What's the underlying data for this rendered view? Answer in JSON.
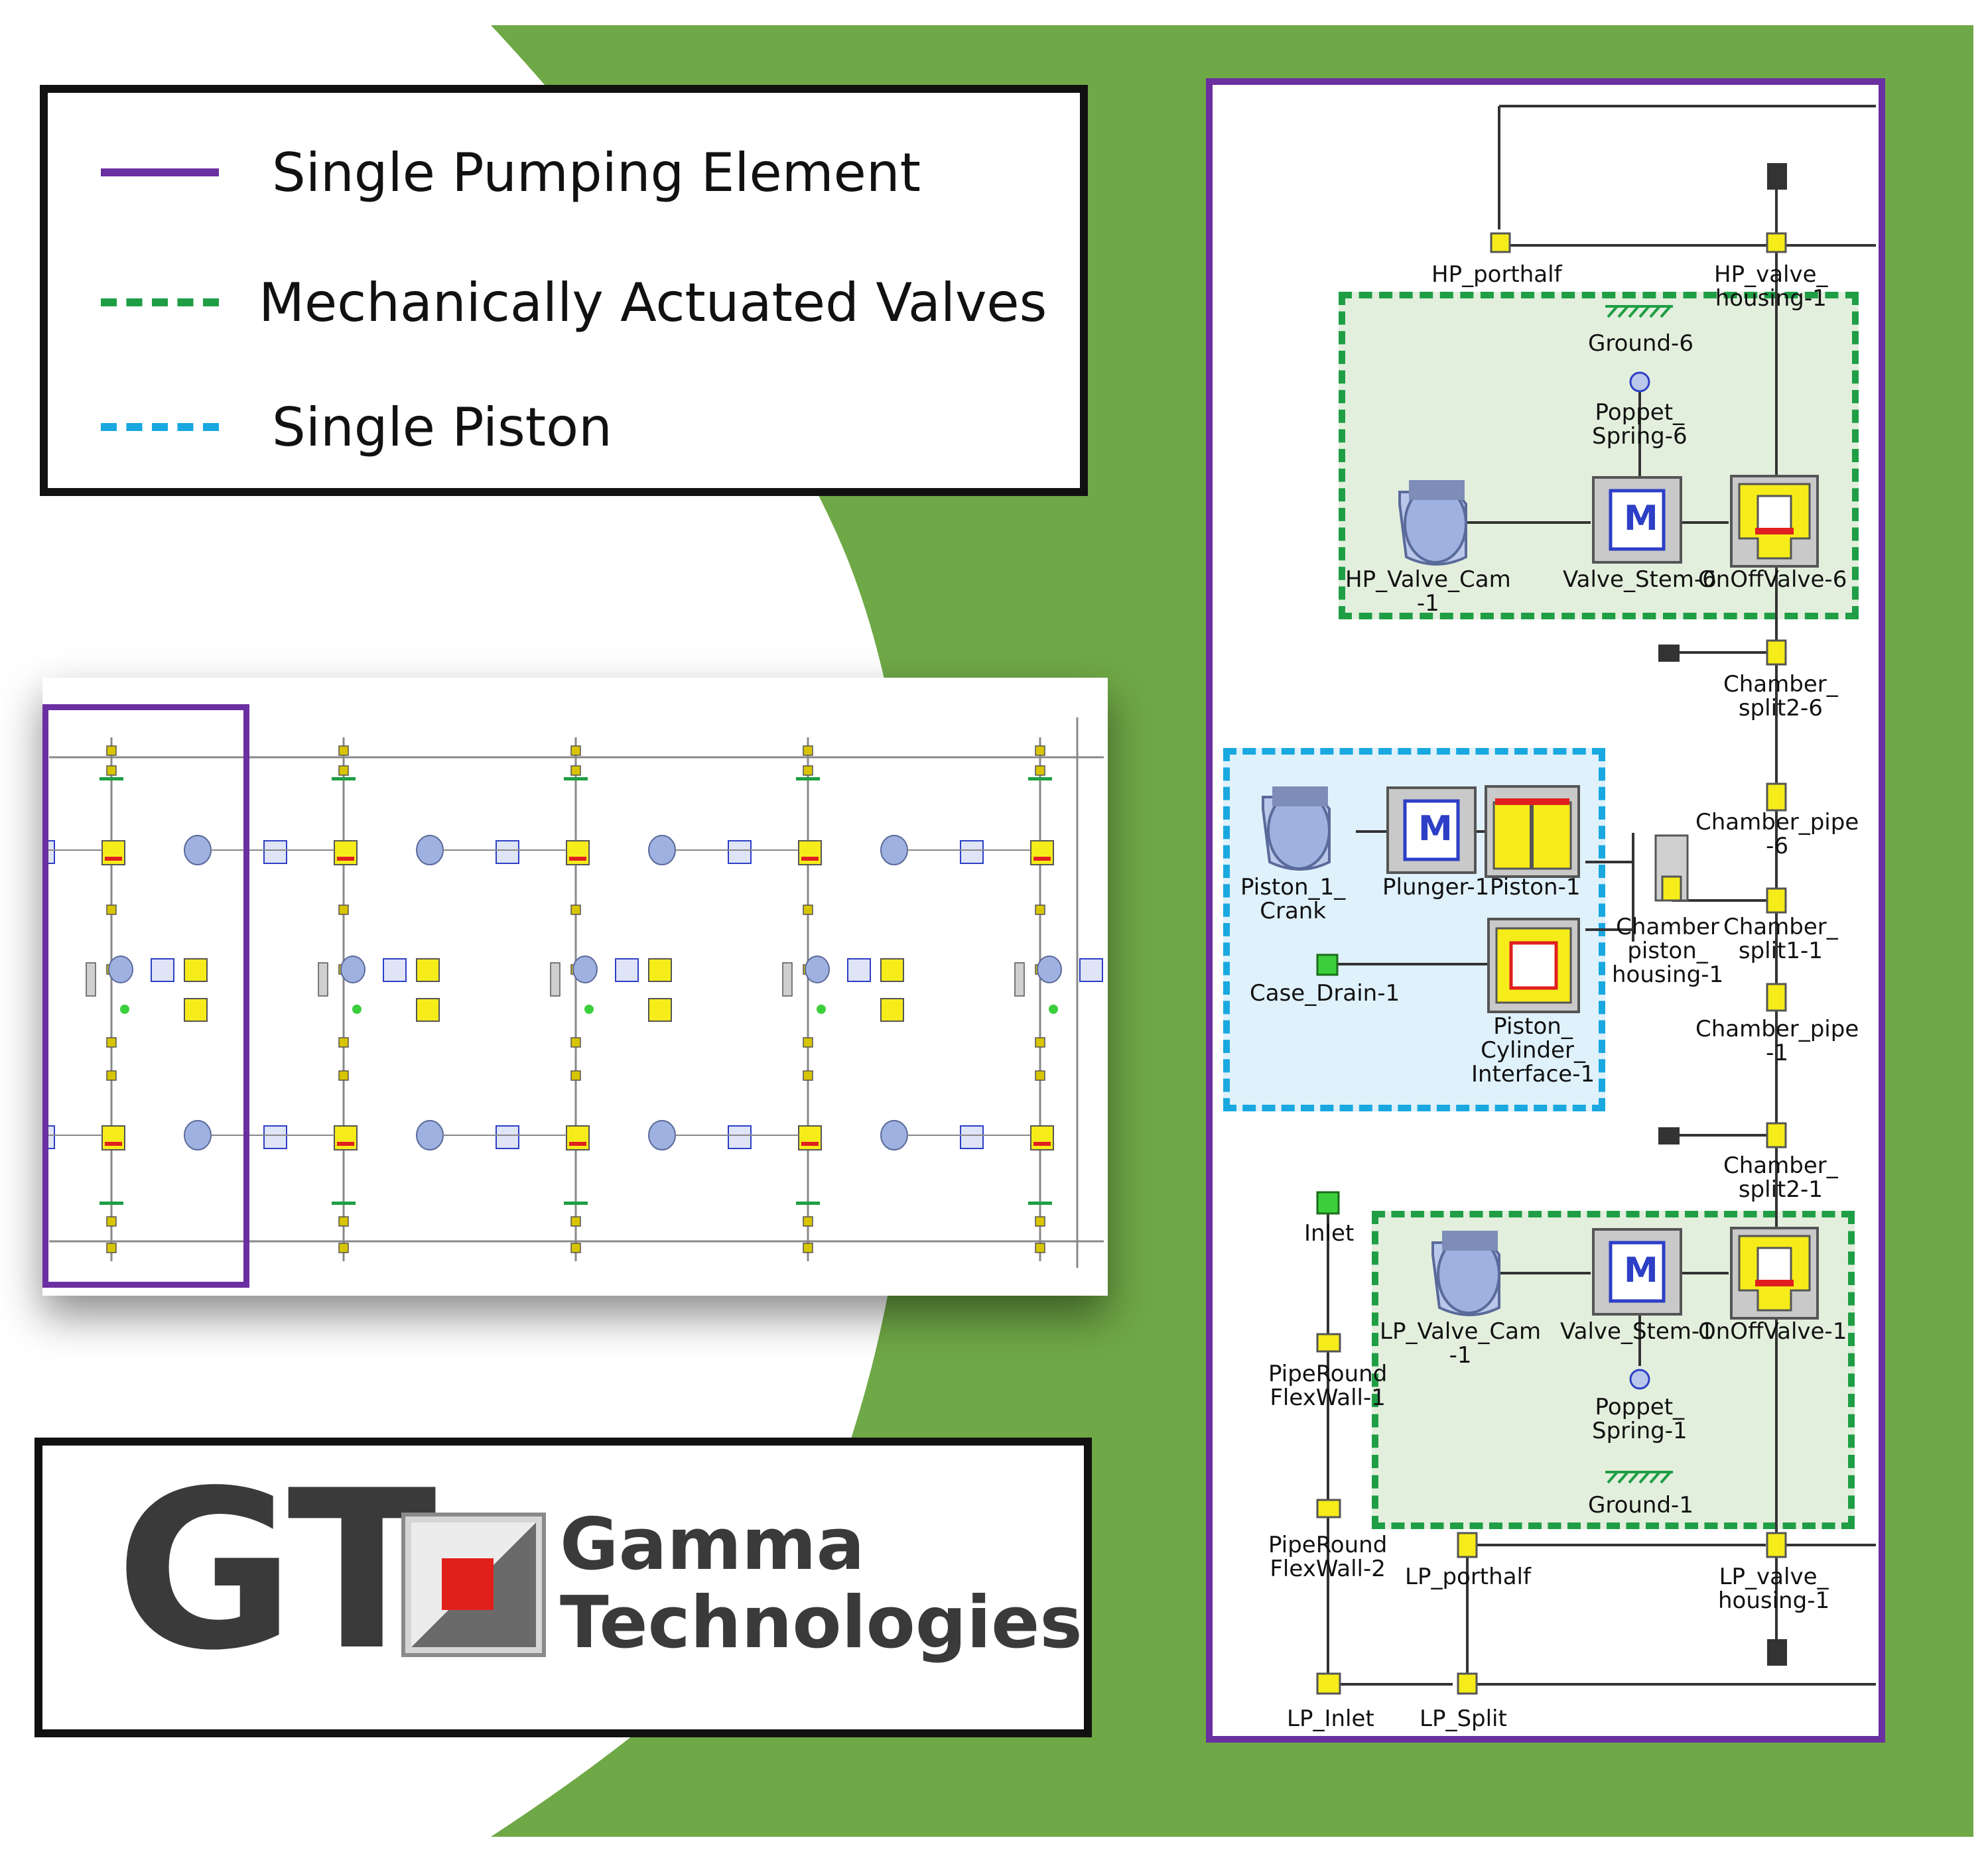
{
  "legend": {
    "items": [
      {
        "label": "Single Pumping Element",
        "color": "#6a2fa0",
        "style": "solid"
      },
      {
        "label": "Mechanically Actuated Valves",
        "color": "#1f9e45",
        "style": "dashed"
      },
      {
        "label": "Single Piston",
        "color": "#19a8e0",
        "style": "dashed"
      }
    ]
  },
  "logo": {
    "mark": "GT",
    "line1": "Gamma",
    "line2": "Technologies"
  },
  "colors": {
    "green_background": "#6fa846",
    "frame": "#6a2fa0",
    "valve_zone": "#1f9e45",
    "piston_zone": "#19a8e0",
    "component_yellow": "#f5ec1a",
    "component_red": "#e01f1f"
  },
  "diagram": {
    "labels": {
      "hp_porthalf": "HP_porthalf",
      "hp_valve_housing": "HP_valve_\nhousing-1",
      "ground6": "Ground-6",
      "poppet6": "Poppet_\nSpring-6",
      "hp_cam": "HP_Valve_Cam\n-1",
      "stem6": "Valve_Stem-6",
      "onoff6": "OnOffValve-6",
      "split12_6": "Chamber_\nsplit2-6",
      "pipe_top": "Chamber_pipe\n-6",
      "crank": "Piston_1_\nCrank",
      "plunger": "Plunger-1",
      "piston": "Piston-1",
      "case_drain": "Case_Drain-1",
      "cyl_iface": "Piston_\nCylinder_\nInterface-1",
      "chamber_piston": "Chamber\npiston_\nhousing-1",
      "split11": "Chamber_\nsplit1-1",
      "pipe_mid": "Chamber_pipe\n-1",
      "split12_1": "Chamber_\nsplit2-1",
      "inlet": "Inlet",
      "lp_cam": "LP_Valve_Cam\n-1",
      "stem1": "Valve_Stem-1",
      "onoff1": "OnOffValve-1",
      "poppet1": "Poppet_\nSpring-1",
      "ground1": "Ground-1",
      "flex1": "PipeRound\nFlexWall-1",
      "flex2": "PipeRound\nFlexWall-2",
      "lp_porthalf": "LP_porthalf",
      "lp_valve_housing": "LP_valve_\nhousing-1",
      "lp_inlet": "LP_Inlet",
      "lp_split": "LP_Split",
      "m": "M"
    }
  }
}
